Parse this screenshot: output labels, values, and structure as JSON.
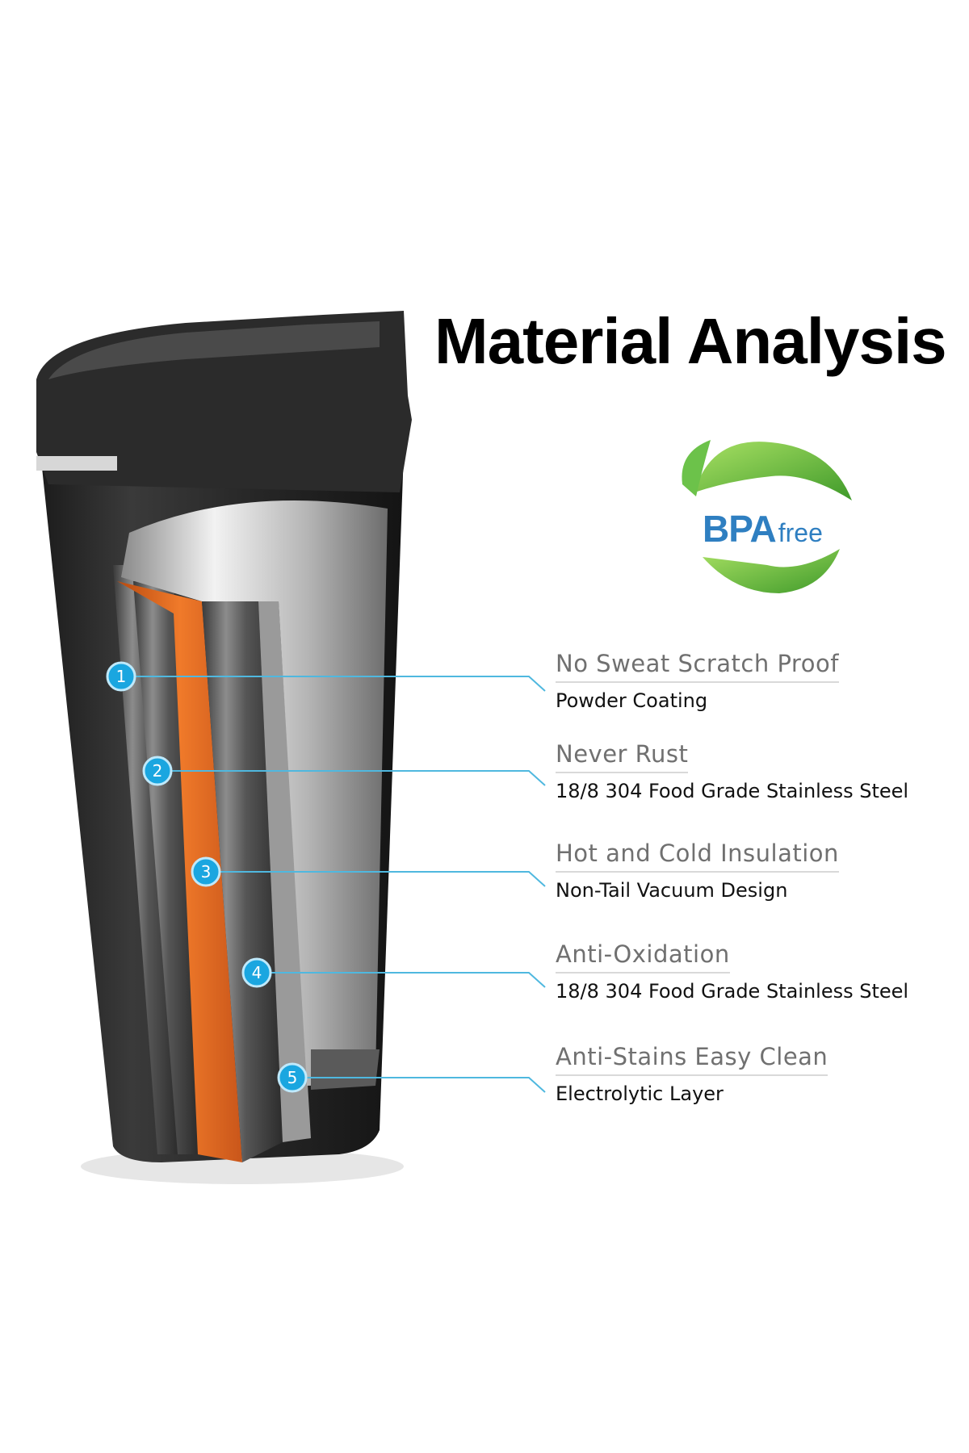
{
  "title": "Material Analysis",
  "badge": {
    "bpa": "BPA",
    "free": "free",
    "colors": {
      "green": "#6cc24a",
      "dark_green": "#3f9a2a",
      "blue": "#2f7fc1"
    }
  },
  "callouts": [
    {
      "number": "1",
      "heading": "No Sweat Scratch Proof",
      "detail": "Powder Coating"
    },
    {
      "number": "2",
      "heading": "Never Rust",
      "detail": "18/8 304 Food Grade Stainless Steel"
    },
    {
      "number": "3",
      "heading": "Hot and Cold Insulation",
      "detail": "Non-Tail Vacuum Design"
    },
    {
      "number": "4",
      "heading": "Anti-Oxidation",
      "detail": "18/8 304 Food Grade Stainless Steel"
    },
    {
      "number": "5",
      "heading": "Anti-Stains Easy Clean",
      "detail": "Electrolytic Layer"
    }
  ],
  "colors": {
    "marker": "#1aa6e0",
    "leader": "#4fb8df",
    "insulation": "#e0681f",
    "body": "#2a2a2a"
  }
}
